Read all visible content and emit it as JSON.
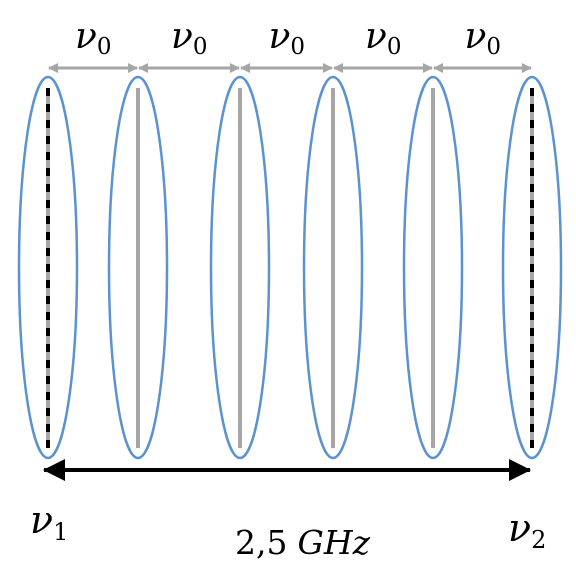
{
  "spacing_label": {
    "symbol": "ν",
    "subscript": "0"
  },
  "left_label": {
    "symbol": "ν",
    "subscript": "1"
  },
  "right_label": {
    "symbol": "ν",
    "subscript": "2"
  },
  "bandwidth_label": {
    "value": "2,5",
    "unit": "GHz"
  },
  "colors": {
    "ellipse_stroke": "#5b92cf",
    "line_gray": "#a6a6a6",
    "dash_black": "#000000",
    "spacing_arrow": "#a6a6a6",
    "bandwidth_arrow": "#000000"
  },
  "mode_count": 6,
  "edge_modes_dashed": true
}
